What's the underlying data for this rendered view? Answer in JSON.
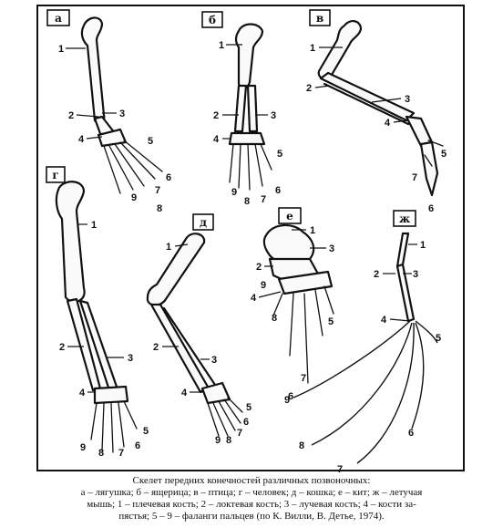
{
  "panels": [
    {
      "tag": "а",
      "labels": [
        "1",
        "2",
        "3",
        "4",
        "5",
        "6",
        "7",
        "8",
        "9"
      ]
    },
    {
      "tag": "б",
      "labels": [
        "1",
        "2",
        "3",
        "4",
        "5",
        "6",
        "7",
        "8",
        "9"
      ]
    },
    {
      "tag": "в",
      "labels": [
        "1",
        "2",
        "3",
        "4",
        "5",
        "6",
        "7"
      ]
    },
    {
      "tag": "г",
      "labels": [
        "1",
        "2",
        "3",
        "4",
        "5",
        "6",
        "7",
        "8",
        "9"
      ]
    },
    {
      "tag": "д",
      "labels": [
        "1",
        "2",
        "3",
        "4",
        "5",
        "6",
        "7",
        "8",
        "9"
      ]
    },
    {
      "tag": "е",
      "labels": [
        "1",
        "2",
        "3",
        "4",
        "5",
        "6",
        "7",
        "8",
        "9"
      ]
    },
    {
      "tag": "ж",
      "labels": [
        "1",
        "2",
        "3",
        "4",
        "5",
        "6",
        "7",
        "8",
        "9"
      ]
    }
  ],
  "caption": {
    "title": "Скелет передних конечностей различных позвоночных:",
    "line2": "а – лягушка; б – ящерица; в – птица; г – человек; д – кошка; е – кит; ж – летучая",
    "line3": "мышь; 1 – плечевая кость; 2 – локтевая кость; 3 – лучевая кость; 4 – кости за-",
    "line4": "пястья; 5 – 9 – фаланги пальцев (по К. Вилли, В. Детье, 1974)."
  }
}
